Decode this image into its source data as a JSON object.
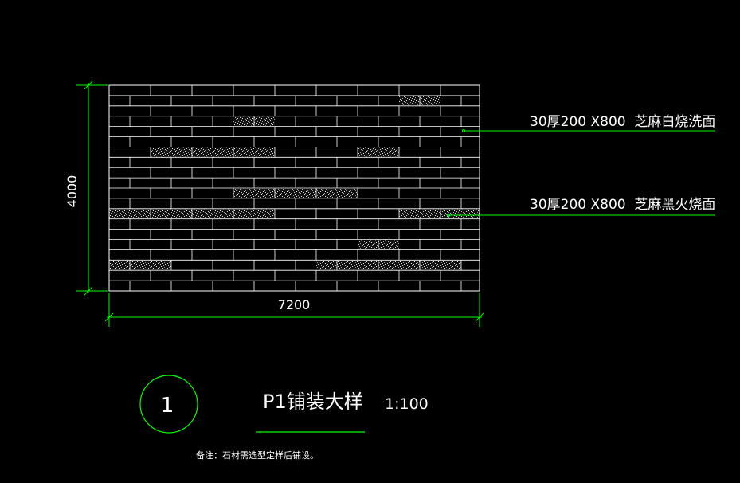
{
  "drawing": {
    "dimensions": {
      "width": "7200",
      "height": "4000"
    },
    "callouts": [
      {
        "text": "30厚200 X800  芝麻白烧洗面"
      },
      {
        "text": "30厚200 X800  芝麻黑火烧面"
      }
    ],
    "detail": {
      "number": "1",
      "title": "P1铺装大样",
      "scale": "1:100"
    },
    "note": "备注：石材需选型定样后铺设。"
  },
  "colors": {
    "background": "#000000",
    "line": "#ffffff",
    "dimension": "#00ff00",
    "dark_tile": "#bfbfbf"
  }
}
